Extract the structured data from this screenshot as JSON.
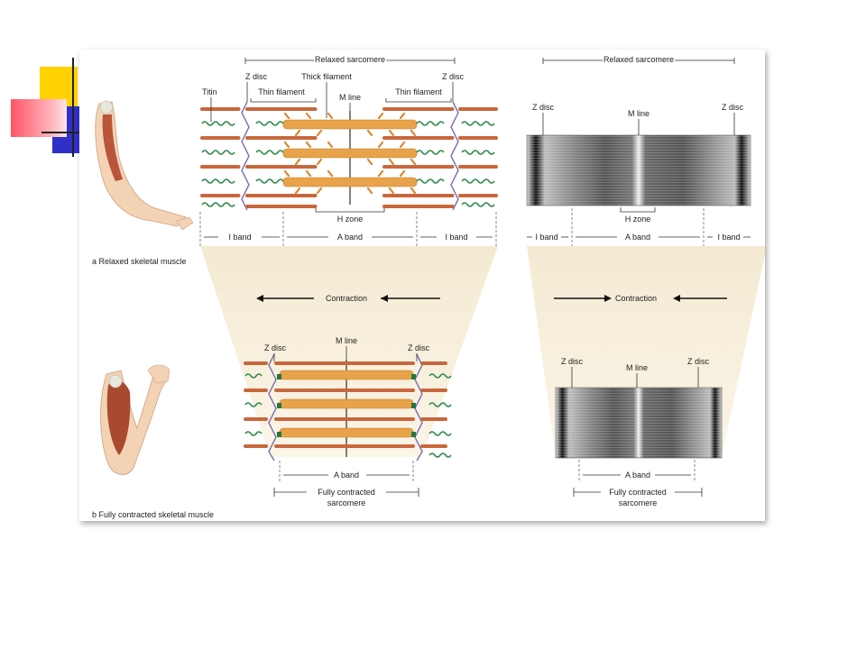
{
  "panel_a": {
    "caption": "a  Relaxed skeletal muscle",
    "labels": {
      "relaxed_sarcomere": "Relaxed sarcomere",
      "z_disc": "Z disc",
      "thick_filament": "Thick filament",
      "titin": "Titin",
      "thin_filament": "Thin filament",
      "m_line": "M line",
      "h_zone": "H zone",
      "i_band": "I band",
      "a_band": "A band"
    }
  },
  "contraction_label": "Contraction",
  "panel_b": {
    "caption": "b  Fully contracted skeletal muscle",
    "labels": {
      "z_disc": "Z disc",
      "m_line": "M line",
      "a_band": "A band",
      "fully_contracted_line1": "Fully contracted",
      "fully_contracted_line2": "sarcomere"
    }
  },
  "colors": {
    "thick_filament": "#e8a24a",
    "thin_filament": "#c8663c",
    "titin": "#2f8a4a",
    "z_disc": "#7b6fb0",
    "beam": "#f7efdc",
    "arm_skin": "#f3d3b4",
    "muscle": "#b8553a"
  }
}
